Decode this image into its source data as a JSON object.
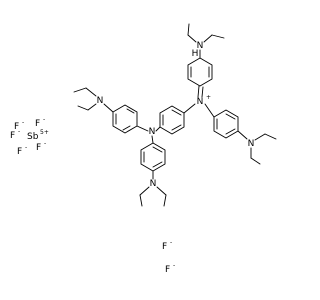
{
  "molecule": {
    "atoms": {
      "nitrogen": "N",
      "hydrogen": "H",
      "fluorine": "F",
      "antimony": "Sb"
    },
    "charges": {
      "plus": "+",
      "minus": "-",
      "sb_charge": "5+"
    }
  }
}
